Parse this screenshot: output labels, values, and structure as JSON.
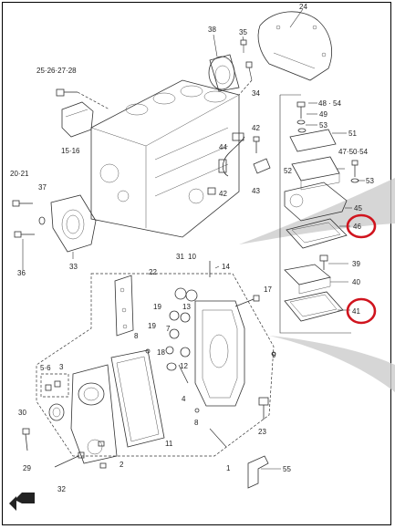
{
  "labels": {
    "l24": "24",
    "l38": "38",
    "l35": "35",
    "l34": "34",
    "l25": "25·26·27·28",
    "l15": "15·16",
    "l48": "48 · 54",
    "l49": "49",
    "l53a": "53",
    "l51": "51",
    "l42a": "42",
    "l44": "44",
    "l47": "47·50·54",
    "l53b": "53",
    "l52": "52",
    "l43": "43",
    "l42b": "42",
    "l20": "20·21",
    "l37": "37",
    "l45": "45",
    "l46": "46",
    "l36": "36",
    "l33": "33",
    "l39": "39",
    "l40": "40",
    "l41": "41",
    "l22": "22",
    "l31": "31",
    "l10": "10",
    "l14": "14",
    "l17": "17",
    "l19a": "19",
    "l13": "13",
    "l19b": "19",
    "l18": "18",
    "l7": "7",
    "l12": "12",
    "l8a": "8",
    "l9": "9",
    "l56": "5·6",
    "l3": "3",
    "l4": "4",
    "l8b": "8",
    "l30": "30",
    "l11": "11",
    "l23": "23",
    "l2": "2",
    "l1": "1",
    "l29": "29",
    "l32": "32",
    "l55": "55"
  },
  "highlight_color": "#d0141e"
}
